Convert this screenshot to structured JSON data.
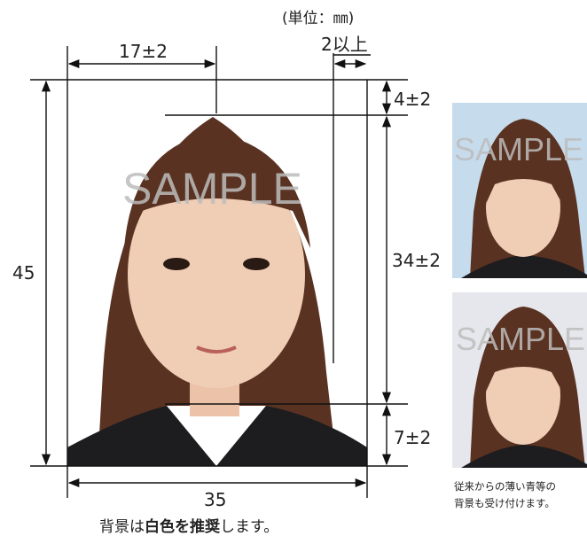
{
  "header": {
    "unit_label": "(単位：㎜)"
  },
  "dimensions": {
    "width_total": "35",
    "height_total": "45",
    "left_to_crown": "17±2",
    "right_margin": "2以上",
    "top_margin": "4±2",
    "face_height": "34±2",
    "bottom_margin": "7±2"
  },
  "watermark": "SAMPLE",
  "caption": {
    "part1": "背景は",
    "bold": "白色を推奨",
    "part2": "します。"
  },
  "sidenote": {
    "line1": "従来からの薄い青等の",
    "line2": "背景も受け付けます。"
  },
  "colors": {
    "line": "#111111",
    "watermark": "#bdbdbd",
    "hair": "#5a3222",
    "skin": "#f0cdb5",
    "jacket": "#1d1d1f",
    "blue_bg": "#c6dced",
    "grey_bg": "#e6e7ec"
  }
}
